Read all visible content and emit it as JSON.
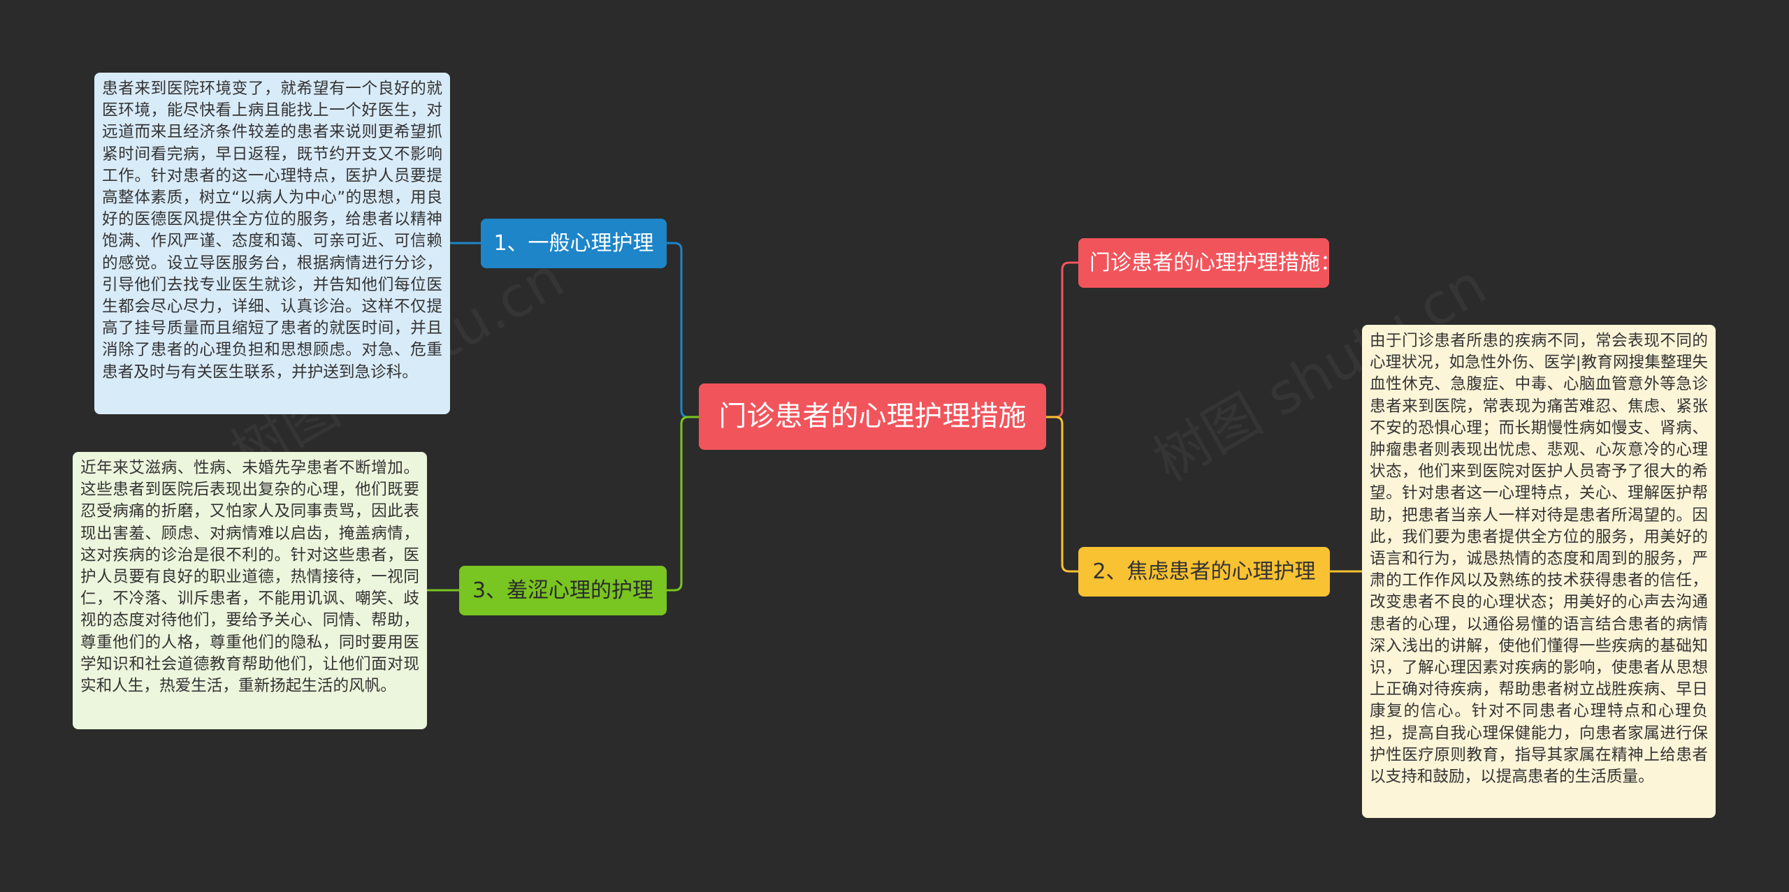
{
  "root": {
    "label": "门诊患者的心理护理措施"
  },
  "branches": [
    {
      "label": "1、一般心理护理",
      "color": "#1d85c8",
      "text": "患者来到医院环境变了，就希望有一个良好的就医环境，能尽快看上病且能找上一个好医生，对远道而来且经济条件较差的患者来说则更希望抓紧时间看完病，早日返程，既节约开支又不影响工作。针对患者的这一心理特点，医护人员要提高整体素质，树立“以病人为中心”的思想，用良好的医德医风提供全方位的服务，给患者以精神饱满、作风严谨、态度和蔼、可亲可近、可信赖的感觉。设立导医服务台，根据病情进行分诊，引导他们去找专业医生就诊，并告知他们每位医生都会尽心尽力，详细、认真诊治。这样不仅提高了挂号质量而且缩短了患者的就医时间，并且消除了患者的心理负担和思想顾虑。对急、危重患者及时与有关医生联系，并护送到急诊科。"
    },
    {
      "label": "3、羞涩心理的护理",
      "color": "#79c521",
      "text": "近年来艾滋病、性病、未婚先孕患者不断增加。这些患者到医院后表现出复杂的心理，他们既要忍受病痛的折磨，又怕家人及同事责骂，因此表现出害羞、顾虑、对病情难以启齿，掩盖病情，这对疾病的诊治是很不利的。针对这些患者，医护人员要有良好的职业道德，热情接待，一视同仁，不冷落、训斥患者，不能用讥讽、嘲笑、歧视的态度对待他们，要给予关心、同情、帮助，尊重他们的人格，尊重他们的隐私，同时要用医学知识和社会道德教育帮助他们，让他们面对现实和人生，热爱生活，重新扬起生活的风帆。"
    },
    {
      "label": "门诊患者的心理护理措施：",
      "color": "#f2545b"
    },
    {
      "label": "2、焦虑患者的心理护理",
      "color": "#f9c232",
      "text": "由于门诊患者所患的疾病不同，常会表现不同的心理状况，如急性外伤、医学|教育网搜集整理失血性休克、急腹症、中毒、心脑血管意外等急诊患者来到医院，常表现为痛苦难忍、焦虑、紧张不安的恐惧心理；而长期慢性病如慢支、肾病、肿瘤患者则表现出忧虑、悲观、心灰意冷的心理状态，他们来到医院对医护人员寄予了很大的希望。针对患者这一心理特点，关心、理解医护帮助，把患者当亲人一样对待是患者所渴望的。因此，我们要为患者提供全方位的服务，用美好的语言和行为，诚恳热情的态度和周到的服务，严肃的工作作风以及熟练的技术获得患者的信任，改变患者不良的心理状态；用美好的心声去沟通患者的心理，以通俗易懂的语言结合患者的病情深入浅出的讲解，使他们懂得一些疾病的基础知识，了解心理因素对疾病的影响，使患者从思想上正确对待疾病，帮助患者树立战胜疾病、早日康复的信心。针对不同患者心理特点和心理负担，提高自我心理保健能力，向患者家属进行保护性医疗原则教育，指导其家属在精神上给患者以支持和鼓励，以提高患者的生活质量。"
    }
  ]
}
